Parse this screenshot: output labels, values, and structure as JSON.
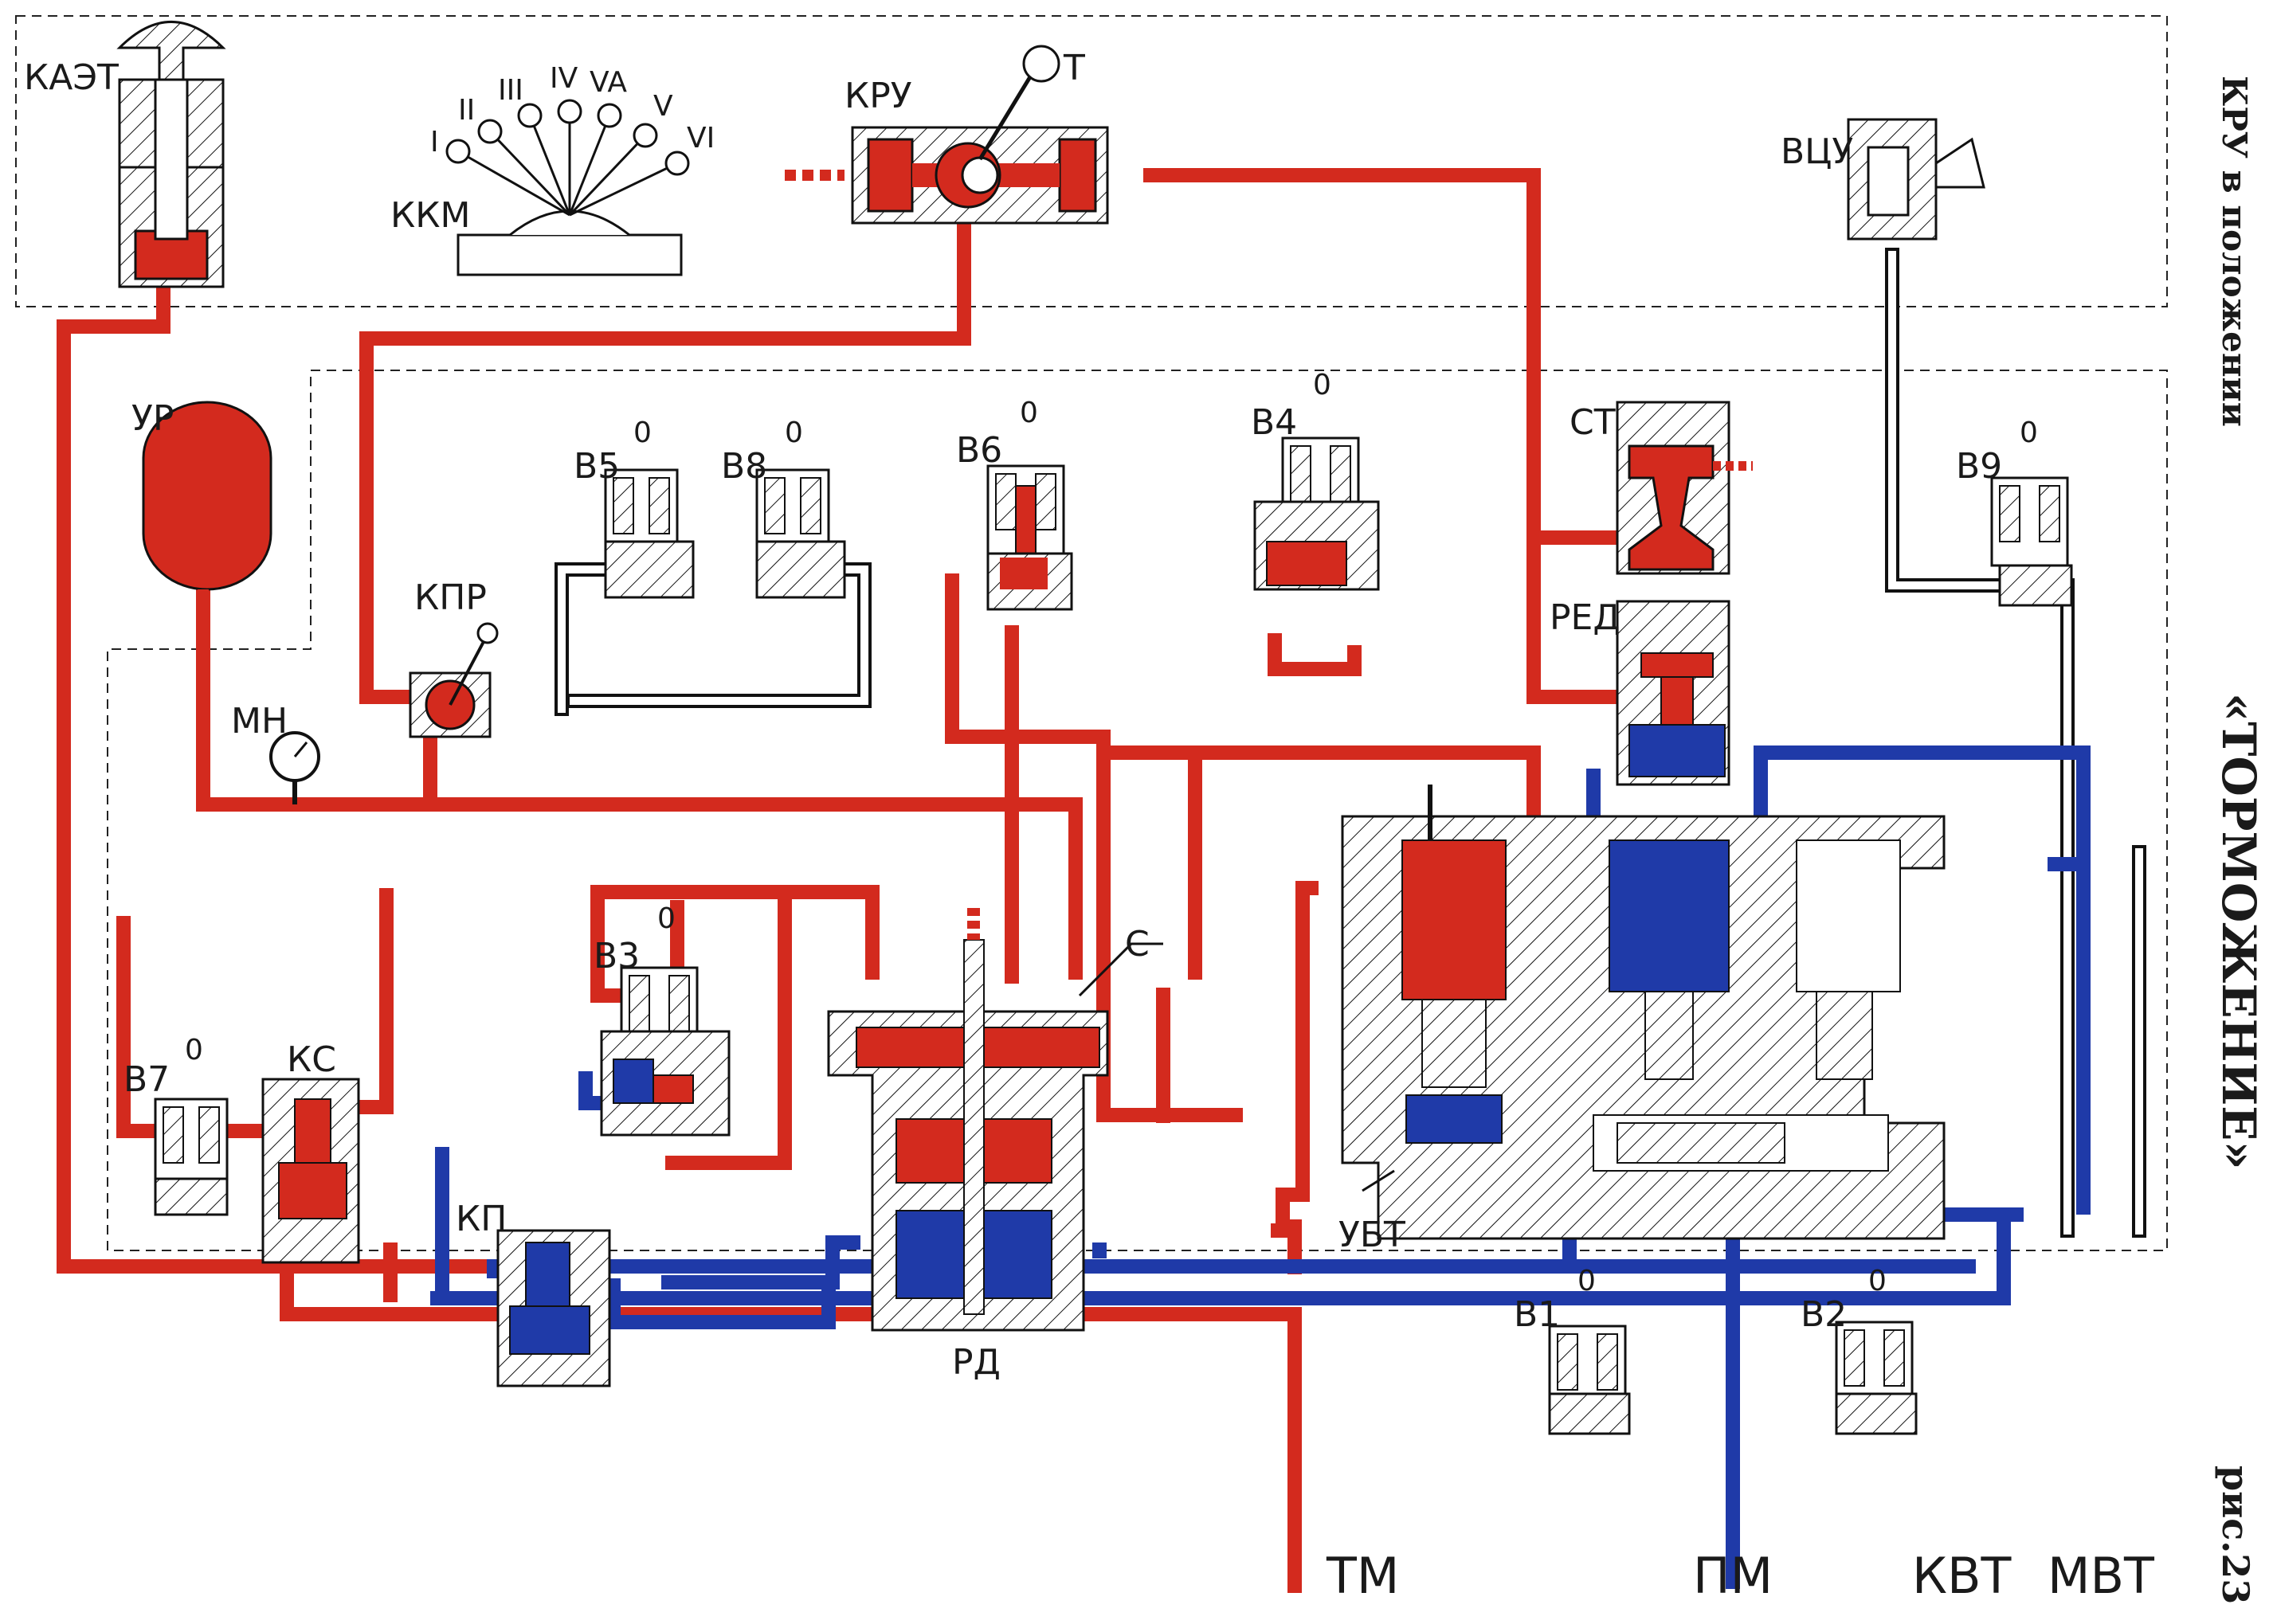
{
  "title": "«ТОРМОЖЕНИЕ»",
  "subtitle": "КРУ в положении",
  "figure_number": "рис.23",
  "colors": {
    "pressure_red": "#d32a1e",
    "pressure_blue": "#1f3aa8",
    "outline": "#111111",
    "background": "#ffffff"
  },
  "components": {
    "kaet": "КАЭТ",
    "kkm": "ККМ",
    "kru": "КРУ",
    "t": "Т",
    "vcu": "ВЦУ",
    "ur": "УР",
    "mn": "МН",
    "kpr": "КПР",
    "st": "СТ",
    "red": "РЕД",
    "ks": "КС",
    "kp": "КП",
    "rd": "РД",
    "c": "С",
    "ubt": "УБТ"
  },
  "kkm_positions": [
    "I",
    "II",
    "III",
    "IV",
    "VA",
    "V",
    "VI"
  ],
  "valves": [
    {
      "id": "В5",
      "state": "0"
    },
    {
      "id": "В8",
      "state": "0"
    },
    {
      "id": "В6",
      "state": "0"
    },
    {
      "id": "В4",
      "state": "0"
    },
    {
      "id": "В9",
      "state": "0"
    },
    {
      "id": "В3",
      "state": "0"
    },
    {
      "id": "В7",
      "state": "0"
    },
    {
      "id": "В1",
      "state": "0"
    },
    {
      "id": "В2",
      "state": "0"
    }
  ],
  "ports": {
    "tm": "ТМ",
    "pm": "ПМ",
    "kvt": "КВТ",
    "mvt": "МВТ"
  }
}
